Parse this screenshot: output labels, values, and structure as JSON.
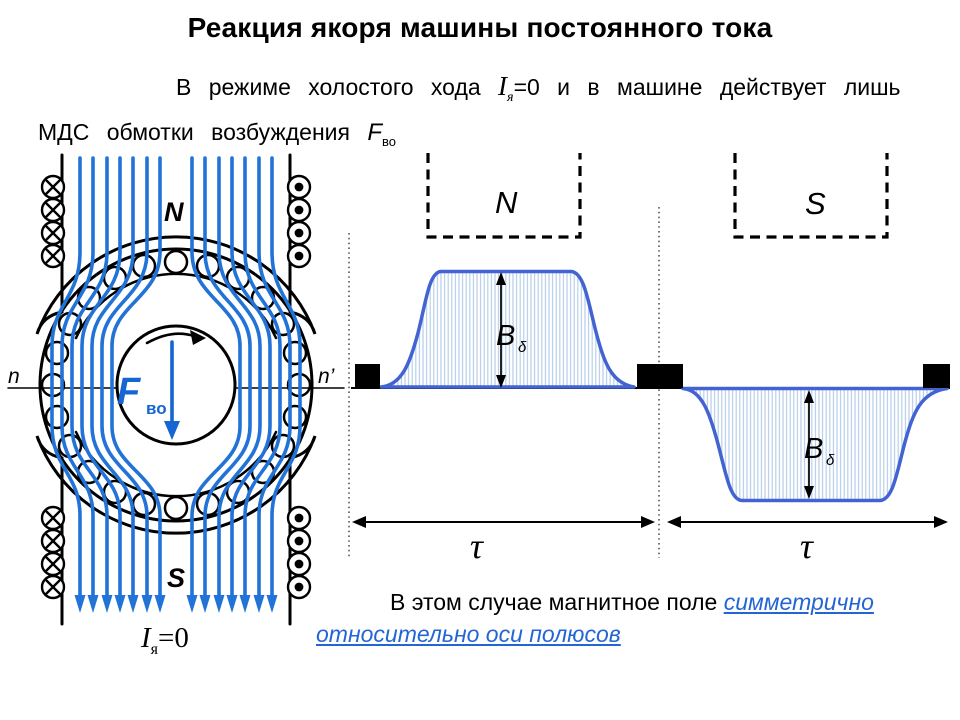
{
  "title": "Реакция якоря машины постоянного тока",
  "intro": {
    "line1_start": "В режиме холостого хода ",
    "current_symbol": "I",
    "current_subscript": "я",
    "current_value": "=0",
    "line1_end": " и в машине действует лишь МДС",
    "line2_start": "обмотки возбуждения ",
    "mmf_symbol": "F",
    "mmf_subscript": "во"
  },
  "machine_diagram": {
    "top_pole_label": "N",
    "bottom_pole_label": "S",
    "neutral_axis_left": "n",
    "neutral_axis_right": "n’",
    "mmf_vector_symbol": "F",
    "mmf_vector_subscript": "во",
    "caption_symbol": "I",
    "caption_subscript": "я",
    "caption_value": "=0"
  },
  "flux_diagram": {
    "north_pole_label": "N",
    "south_pole_label": "S",
    "flux_density_symbol": "B",
    "flux_density_subscript": "δ",
    "flux_density_symbol_2": "B",
    "flux_density_subscript_2": "δ",
    "pole_pitch_left": "τ",
    "pole_pitch_right": "τ"
  },
  "footer": {
    "text_black": "В этом случае магнитное поле ",
    "link_line1": "симметрично",
    "link_line2": "относительно оси полюсов"
  },
  "colors": {
    "flux_line_blue": "#2273d8",
    "curve_blue": "#4463d2",
    "hatch_blue": "#b5cde9",
    "accent_text_blue": "#2465d6"
  }
}
